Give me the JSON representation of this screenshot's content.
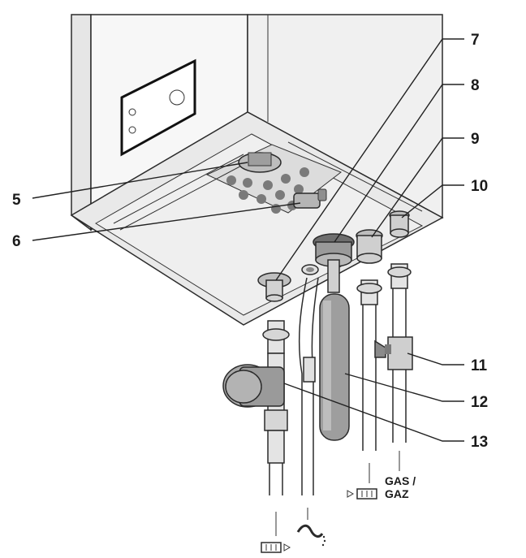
{
  "callouts": {
    "c5": "5",
    "c6": "6",
    "c7": "7",
    "c8": "8",
    "c9": "9",
    "c10": "10",
    "c11": "11",
    "c12": "12",
    "c13": "13"
  },
  "gas_label": {
    "line1": "GAS /",
    "line2": "GAZ"
  },
  "icons": {
    "heating_flow": "radiator-icon",
    "heating_return": "radiator-icon",
    "drain": "drain-hose-icon"
  },
  "colors": {
    "outline": "#2b2b2b",
    "boiler_fill": "#f4f4f4",
    "metal_fill": "#c9c9c9",
    "dark_part": "#8a8a8a"
  }
}
